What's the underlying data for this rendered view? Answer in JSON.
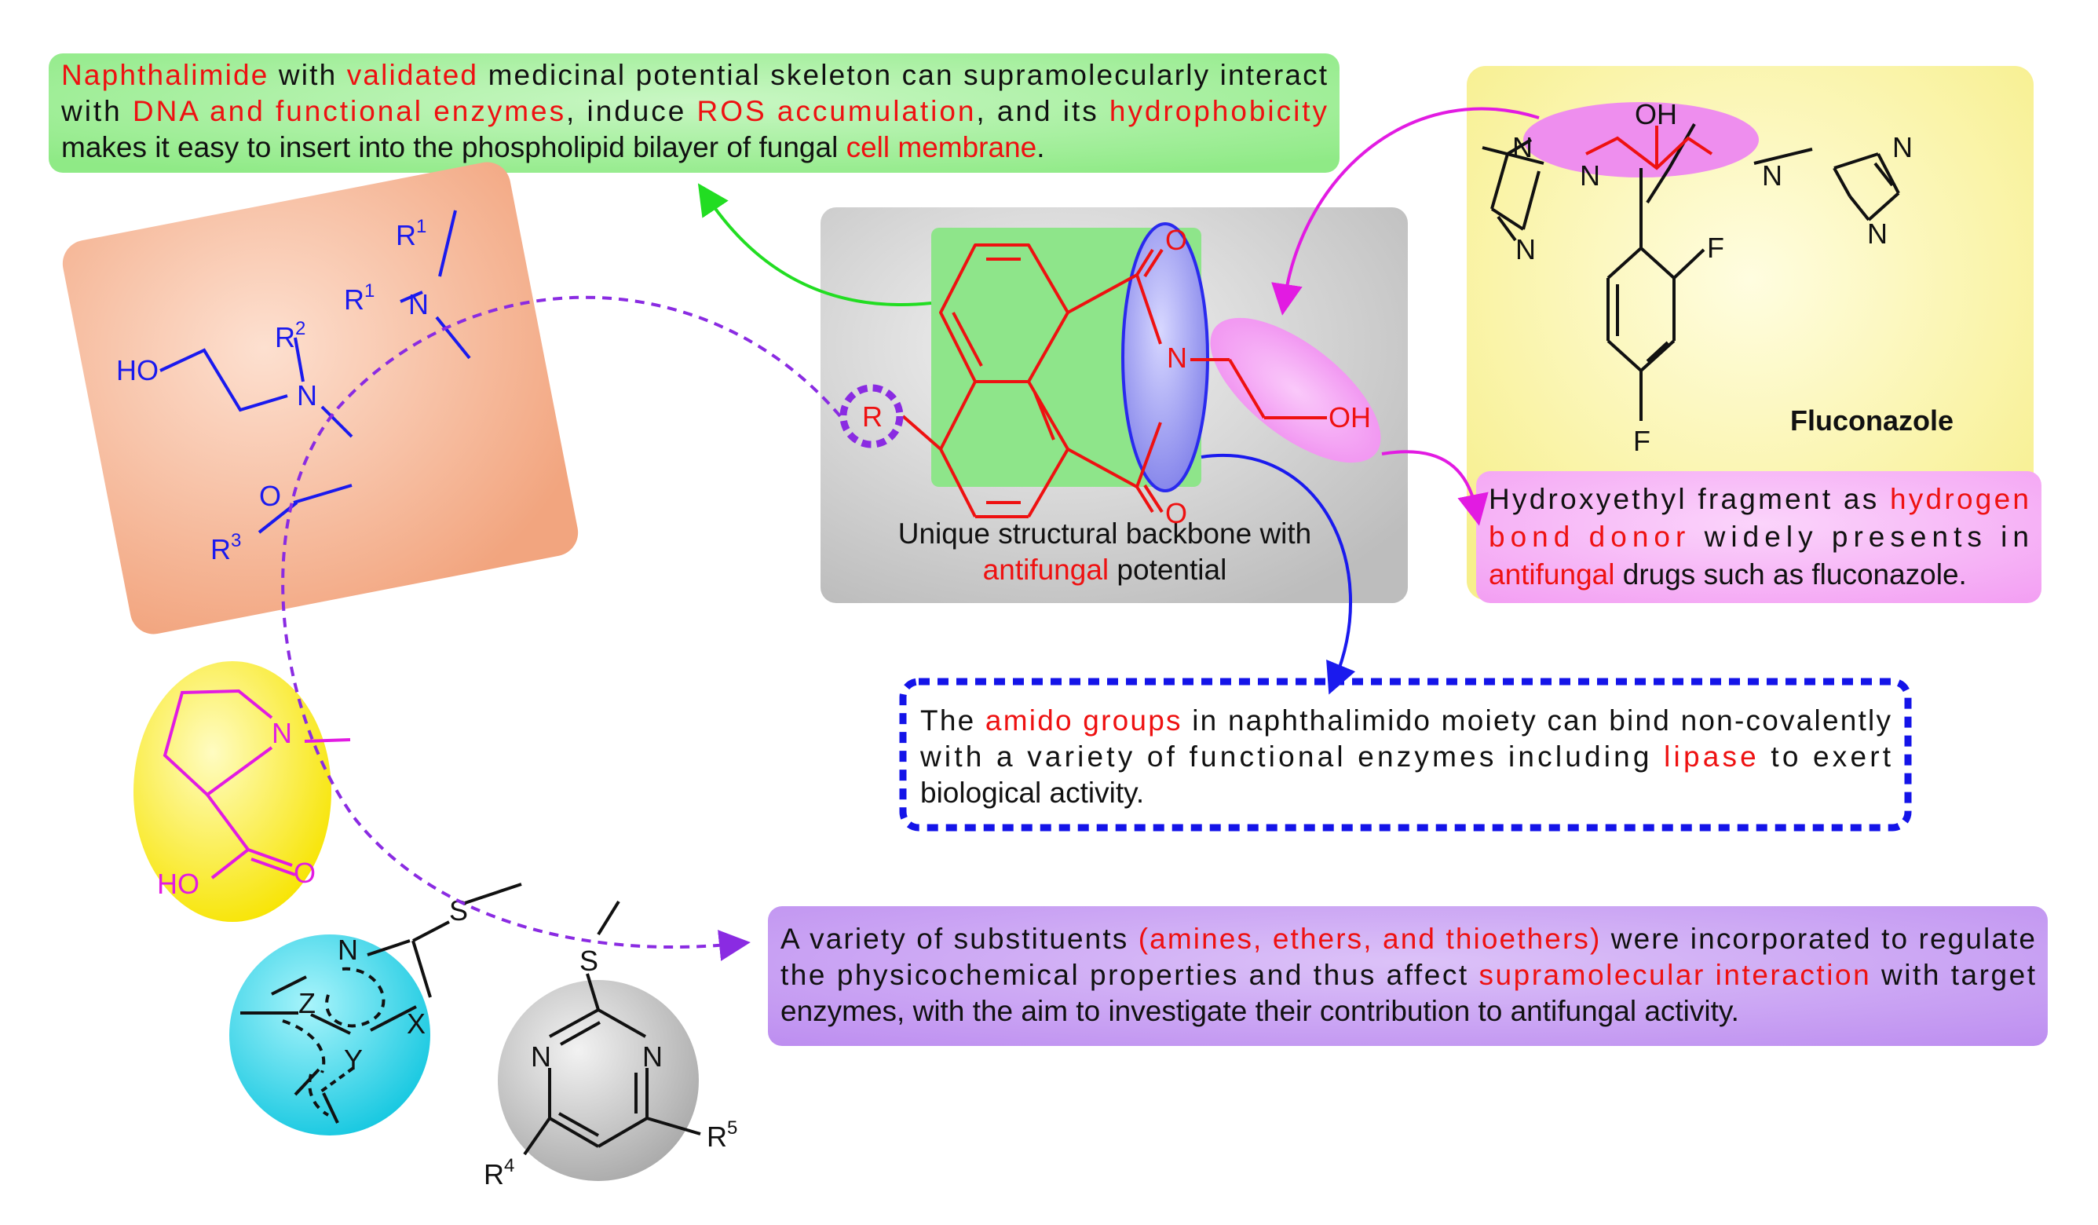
{
  "colors": {
    "red": "#ee1111",
    "blue": "#1a1aee",
    "magenta": "#e21be2",
    "purple": "#8a2be2",
    "green_box": "#a4f09c",
    "green_arrow": "#22dd22",
    "gray_box": "#d6d6d6",
    "yellow_box": "#fbf7a8",
    "pink_box": "#f4a7f4",
    "orange_box": "#f5b89a",
    "lavender_box": "#c79cf2",
    "cyan_ball": "#22d8ee",
    "yellow_ball": "#fff21e",
    "gray_ball": "#c8c8c8"
  },
  "top_note": {
    "lines": [
      [
        {
          "t": "Naphthalimide",
          "c": "red"
        },
        {
          "t": " with "
        },
        {
          "t": "validated",
          "c": "red"
        },
        {
          "t": " medicinal potential skeleton can supramolecularly interact"
        }
      ],
      [
        {
          "t": "with "
        },
        {
          "t": "DNA and functional enzymes",
          "c": "red"
        },
        {
          "t": ", induce "
        },
        {
          "t": "ROS accumulation",
          "c": "red"
        },
        {
          "t": ", and its "
        },
        {
          "t": "hydrophobicity",
          "c": "red"
        }
      ],
      [
        {
          "t": "makes it easy to insert into the phospholipid bilayer of fungal "
        },
        {
          "t": "cell membrane",
          "c": "red"
        },
        {
          "t": "."
        }
      ]
    ]
  },
  "center_caption": {
    "lines": [
      [
        {
          "t": "Unique structural backbone with"
        }
      ],
      [
        {
          "t": "antifungal",
          "c": "red"
        },
        {
          "t": " potential"
        }
      ]
    ]
  },
  "hydroxyethyl_note": {
    "lines": [
      [
        {
          "t": "Hydroxyethyl fragment as "
        },
        {
          "t": "hydrogen",
          "c": "red"
        }
      ],
      [
        {
          "t": "bond donor",
          "c": "red"
        },
        {
          "t": " widely presents in"
        }
      ],
      [
        {
          "t": "antifungal",
          "c": "red"
        },
        {
          "t": " drugs such as fluconazole."
        }
      ]
    ]
  },
  "amido_note": {
    "lines": [
      [
        {
          "t": "The "
        },
        {
          "t": "amido groups",
          "c": "red"
        },
        {
          "t": " in naphthalimido moiety can bind non-covalently"
        }
      ],
      [
        {
          "t": "with a variety of functional enzymes including "
        },
        {
          "t": "lipase",
          "c": "red"
        },
        {
          "t": " to exert"
        }
      ],
      [
        {
          "t": "biological activity."
        }
      ]
    ]
  },
  "substituent_note": {
    "lines": [
      [
        {
          "t": "A variety of substituents "
        },
        {
          "t": "(amines, ethers, and thioethers)",
          "c": "red"
        },
        {
          "t": " were incorporated to regulate"
        }
      ],
      [
        {
          "t": "the physicochemical properties and thus affect "
        },
        {
          "t": "supramolecular interaction",
          "c": "red"
        },
        {
          "t": " with target"
        }
      ],
      [
        {
          "t": "enzymes, with the aim to investigate  their contribution to antifungal activity."
        }
      ]
    ]
  },
  "fluconazole_label": "Fluconazole",
  "atoms": {
    "O": "O",
    "N": "N",
    "R": "R",
    "OH": "OH",
    "HO": "HO",
    "F": "F",
    "S": "S",
    "X": "X",
    "Y": "Y",
    "Z": "Z",
    "1": "1",
    "2": "2",
    "3": "3",
    "4": "4",
    "5": "5"
  }
}
